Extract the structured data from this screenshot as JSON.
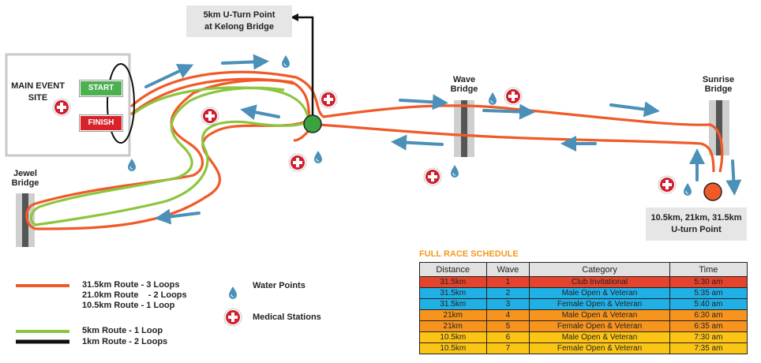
{
  "main_event_site": "MAIN EVENT\nSITE",
  "start_label": "START",
  "finish_label": "FINISH",
  "labels": {
    "uturn_5km": "5km U-Turn Point\nat Kelong Bridge",
    "wave_bridge": "Wave\nBridge",
    "sunrise_bridge": "Sunrise\nBridge",
    "jewel_bridge": "Jewel\nBridge",
    "uturn_long": "10.5km, 21km, 31.5km\nU-turn Point"
  },
  "legend": {
    "orange_route": "31.5km Route - 3 Loops\n21.0km Route    - 2 Loops\n10.5km Route - 1 Loop",
    "green_route": "5km Route - 1 Loop",
    "black_route": "1km Route - 2 Loops",
    "water_points": "Water Points",
    "medical_stations": "Medical Stations"
  },
  "colors": {
    "orange_route": "#f05a28",
    "green_route": "#8cc63f",
    "arrow_blue": "#4a90b8",
    "schedule_title": "#f39a1c"
  },
  "icons": [
    "water-drop-icon",
    "medical-cross-icon"
  ],
  "schedule": {
    "title": "FULL RACE SCHEDULE",
    "headers": [
      "Distance",
      "Wave",
      "Category",
      "Time"
    ],
    "rows": [
      {
        "distance": "31.5km",
        "wave": "1",
        "category": "Club Invitational",
        "time": "5:30 am",
        "color": "#e5432b"
      },
      {
        "distance": "31.5km",
        "wave": "2",
        "category": "Male Open & Veteran",
        "time": "5:35 am",
        "color": "#21b0e6"
      },
      {
        "distance": "31.5km",
        "wave": "3",
        "category": "Female Open & Veteran",
        "time": "5:40 am",
        "color": "#21b0e6"
      },
      {
        "distance": "21km",
        "wave": "4",
        "category": "Male Open & Veteran",
        "time": "6:30 am",
        "color": "#f7941e"
      },
      {
        "distance": "21km",
        "wave": "5",
        "category": "Female Open & Veteran",
        "time": "6:35 am",
        "color": "#f7941e"
      },
      {
        "distance": "10.5km",
        "wave": "6",
        "category": "Male Open & Veteran",
        "time": "7:30 am",
        "color": "#fcc516"
      },
      {
        "distance": "10.5km",
        "wave": "7",
        "category": "Female Open & Veteran",
        "time": "7:35 am",
        "color": "#fcc516"
      }
    ]
  }
}
